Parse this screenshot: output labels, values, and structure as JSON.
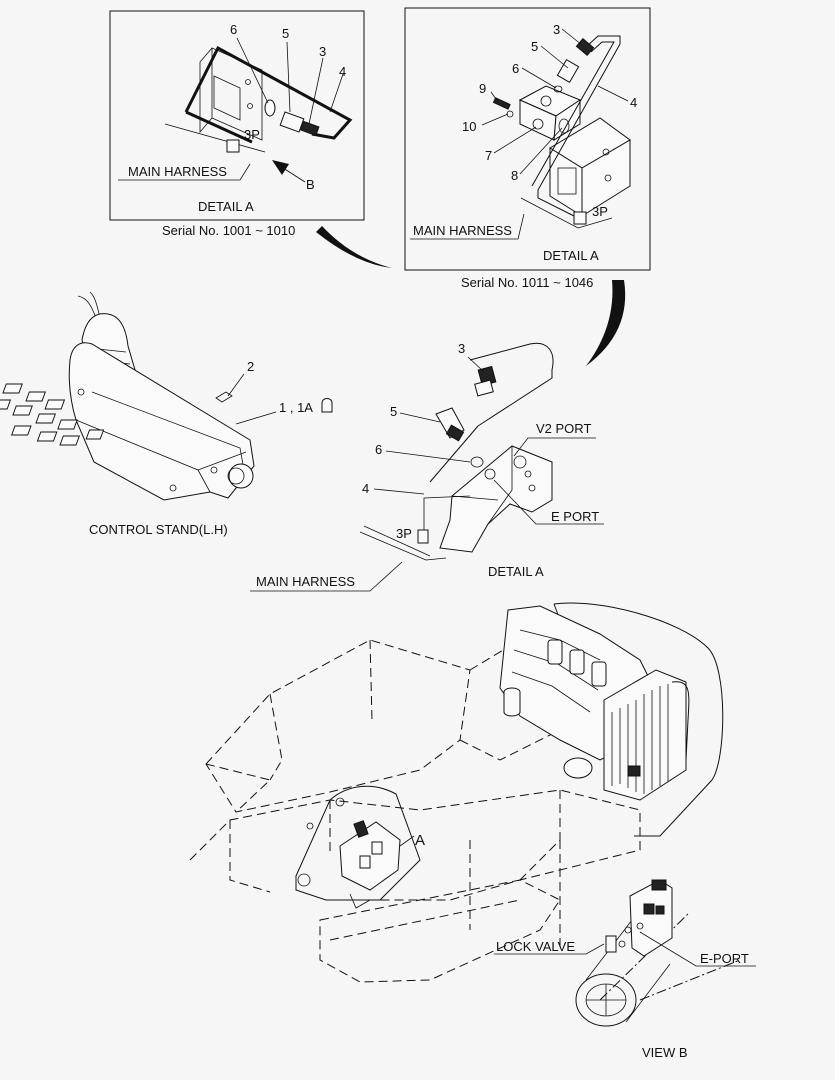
{
  "details": {
    "detail_a_1": {
      "caption": "DETAIL  A",
      "serial": "Serial No. 1001 ~ 1010",
      "harness": "MAIN HARNESS",
      "connector": "3P",
      "view_arrow": "B",
      "callouts": [
        "6",
        "5",
        "3",
        "4"
      ]
    },
    "detail_a_2": {
      "caption": "DETAIL  A",
      "serial": "Serial No. 1011 ~ 1046",
      "harness": "MAIN HARNESS",
      "connector": "3P",
      "callouts": [
        "3",
        "5",
        "6",
        "9",
        "10",
        "7",
        "8",
        "4"
      ]
    },
    "detail_a_3": {
      "caption": "DETAIL  A",
      "harness": "MAIN HARNESS",
      "connector": "3P",
      "v2_port": "V2 PORT",
      "e_port": "E PORT",
      "callouts": [
        "3",
        "5",
        "6",
        "4"
      ]
    }
  },
  "control_stand": {
    "caption": "CONTROL STAND(L.H)",
    "callout_2": "2",
    "callout_1": "1 , 1A"
  },
  "machine": {
    "detail_marker": "A"
  },
  "view_b": {
    "caption": "VIEW  B",
    "lock_valve": "LOCK VALVE",
    "e_port": "E-PORT"
  }
}
